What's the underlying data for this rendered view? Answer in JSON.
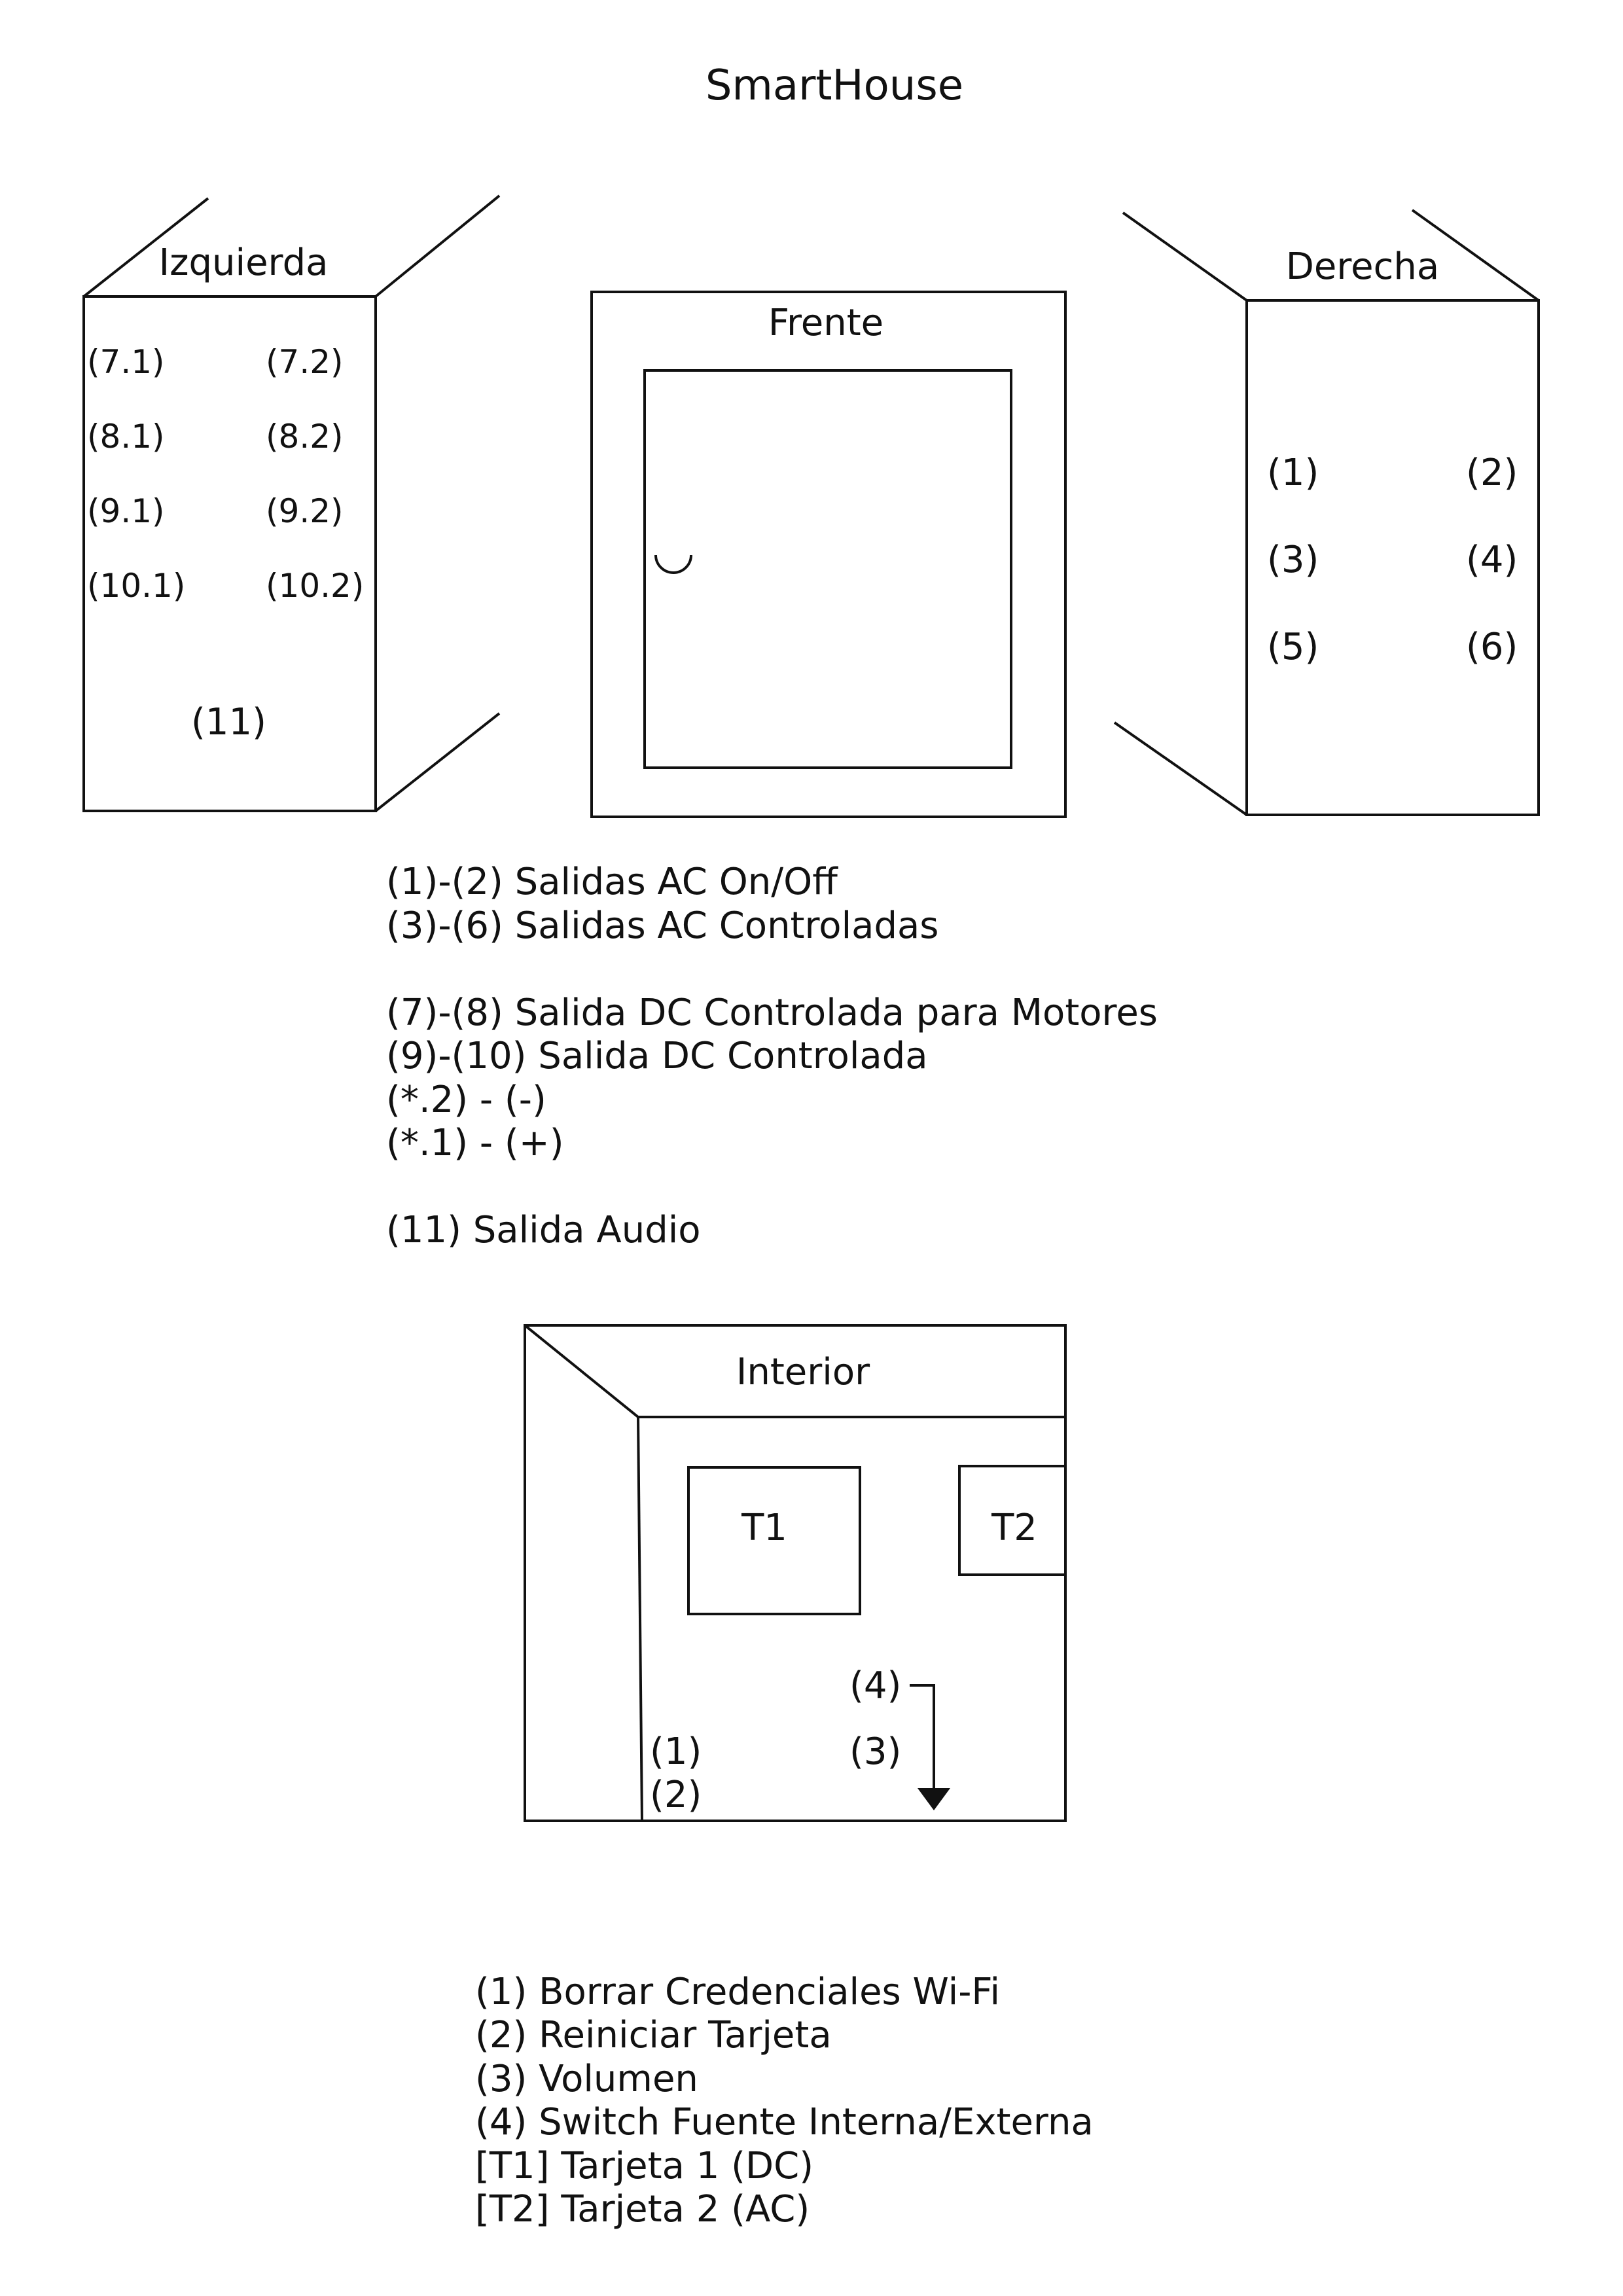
{
  "title": "SmartHouse",
  "left_panel": {
    "label": "Izquierda",
    "terminals": [
      "(7.1)",
      "(7.2)",
      "(8.1)",
      "(8.2)",
      "(9.1)",
      "(9.2)",
      "(10.1)",
      "(10.2)"
    ],
    "audio": "(11)"
  },
  "front_panel": {
    "label": "Frente"
  },
  "right_panel": {
    "label": "Derecha",
    "outlets": [
      "(1)",
      "(2)",
      "(3)",
      "(4)",
      "(5)",
      "(6)"
    ]
  },
  "legend_outputs": [
    "(1)-(2) Salidas AC On/Off",
    "(3)-(6) Salidas AC Controladas",
    "(7)-(8) Salida DC Controlada para Motores",
    "(9)-(10) Salida DC Controlada",
    "(*.2) - (-)",
    "(*.1) - (+)",
    "(11) Salida Audio"
  ],
  "interior": {
    "label": "Interior",
    "board1": "T1",
    "board2": "T2",
    "controls": [
      "(1)",
      "(2)",
      "(3)",
      "(4)"
    ]
  },
  "legend_interior": [
    "(1) Borrar Credenciales Wi-Fi",
    "(2) Reiniciar Tarjeta",
    "(3) Volumen",
    "(4) Switch Fuente Interna/Externa",
    "[T1] Tarjeta 1 (DC)",
    "[T2] Tarjeta 2 (AC)"
  ]
}
